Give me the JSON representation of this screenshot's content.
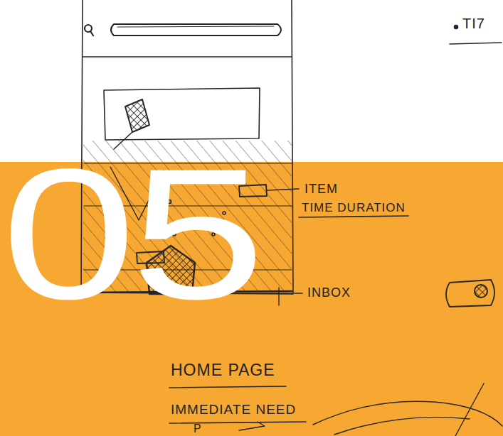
{
  "diagram": {
    "title": "05",
    "labels": [
      "TI7",
      "ITEM",
      "TIME DURATION",
      "INBOX",
      "HOME PAGE",
      "IMMEDIATE NEED",
      "P"
    ]
  }
}
